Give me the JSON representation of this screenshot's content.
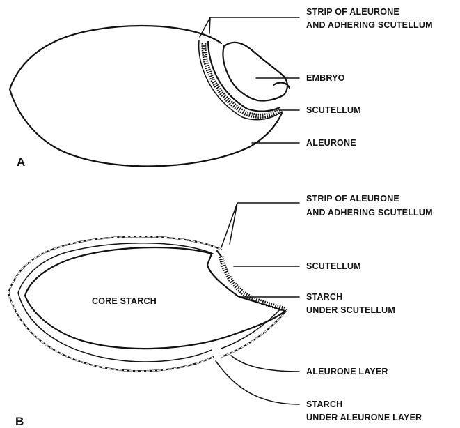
{
  "panel_a": {
    "letter": "A",
    "labels": {
      "strip_line1": "STRIP OF ALEURONE",
      "strip_line2": "AND ADHERING SCUTELLUM",
      "embryo": "EMBRYO",
      "scutellum": "SCUTELLUM",
      "aleurone": "ALEURONE"
    }
  },
  "panel_b": {
    "letter": "B",
    "labels": {
      "strip_line1": "STRIP OF ALEURONE",
      "strip_line2": "AND ADHERING SCUTELLUM",
      "scutellum": "SCUTELLUM",
      "starch_under_scutellum_line1": "STARCH",
      "starch_under_scutellum_line2": "UNDER SCUTELLUM",
      "aleurone_layer": "ALEURONE LAYER",
      "starch_under_aleurone_line1": "STARCH",
      "starch_under_aleurone_line2": "UNDER ALEURONE LAYER",
      "core_starch": "CORE STARCH"
    }
  }
}
